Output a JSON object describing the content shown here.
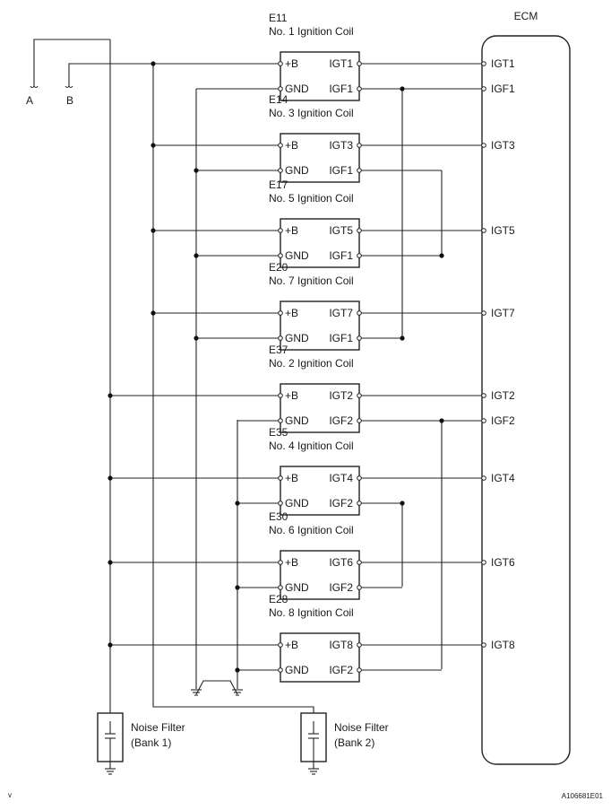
{
  "ecm_label": "ECM",
  "connector_a": "A",
  "connector_b": "B",
  "pins": {
    "plus_b": "+B",
    "gnd": "GND"
  },
  "coils": [
    {
      "code": "E11",
      "name": "No. 1 Ignition Coil",
      "igt": "IGT1",
      "igf": "IGF1"
    },
    {
      "code": "E14",
      "name": "No. 3 Ignition Coil",
      "igt": "IGT3",
      "igf": "IGF1"
    },
    {
      "code": "E17",
      "name": "No. 5 Ignition Coil",
      "igt": "IGT5",
      "igf": "IGF1"
    },
    {
      "code": "E20",
      "name": "No. 7 Ignition Coil",
      "igt": "IGT7",
      "igf": "IGF1"
    },
    {
      "code": "E37",
      "name": "No. 2 Ignition Coil",
      "igt": "IGT2",
      "igf": "IGF2"
    },
    {
      "code": "E35",
      "name": "No. 4 Ignition Coil",
      "igt": "IGT4",
      "igf": "IGF2"
    },
    {
      "code": "E30",
      "name": "No. 6 Ignition Coil",
      "igt": "IGT6",
      "igf": "IGF2"
    },
    {
      "code": "E28",
      "name": "No. 8 Ignition Coil",
      "igt": "IGT8",
      "igf": "IGF2"
    }
  ],
  "ecm_pins": [
    "IGT1",
    "IGF1",
    "IGT3",
    "IGT5",
    "IGT7",
    "IGT2",
    "IGF2",
    "IGT4",
    "IGT6",
    "IGT8"
  ],
  "noise_filters": [
    {
      "line1": "Noise Filter",
      "line2": "(Bank 1)"
    },
    {
      "line1": "Noise Filter",
      "line2": "(Bank 2)"
    }
  ],
  "figure_id": "A106681E01",
  "corner_mark": "v"
}
